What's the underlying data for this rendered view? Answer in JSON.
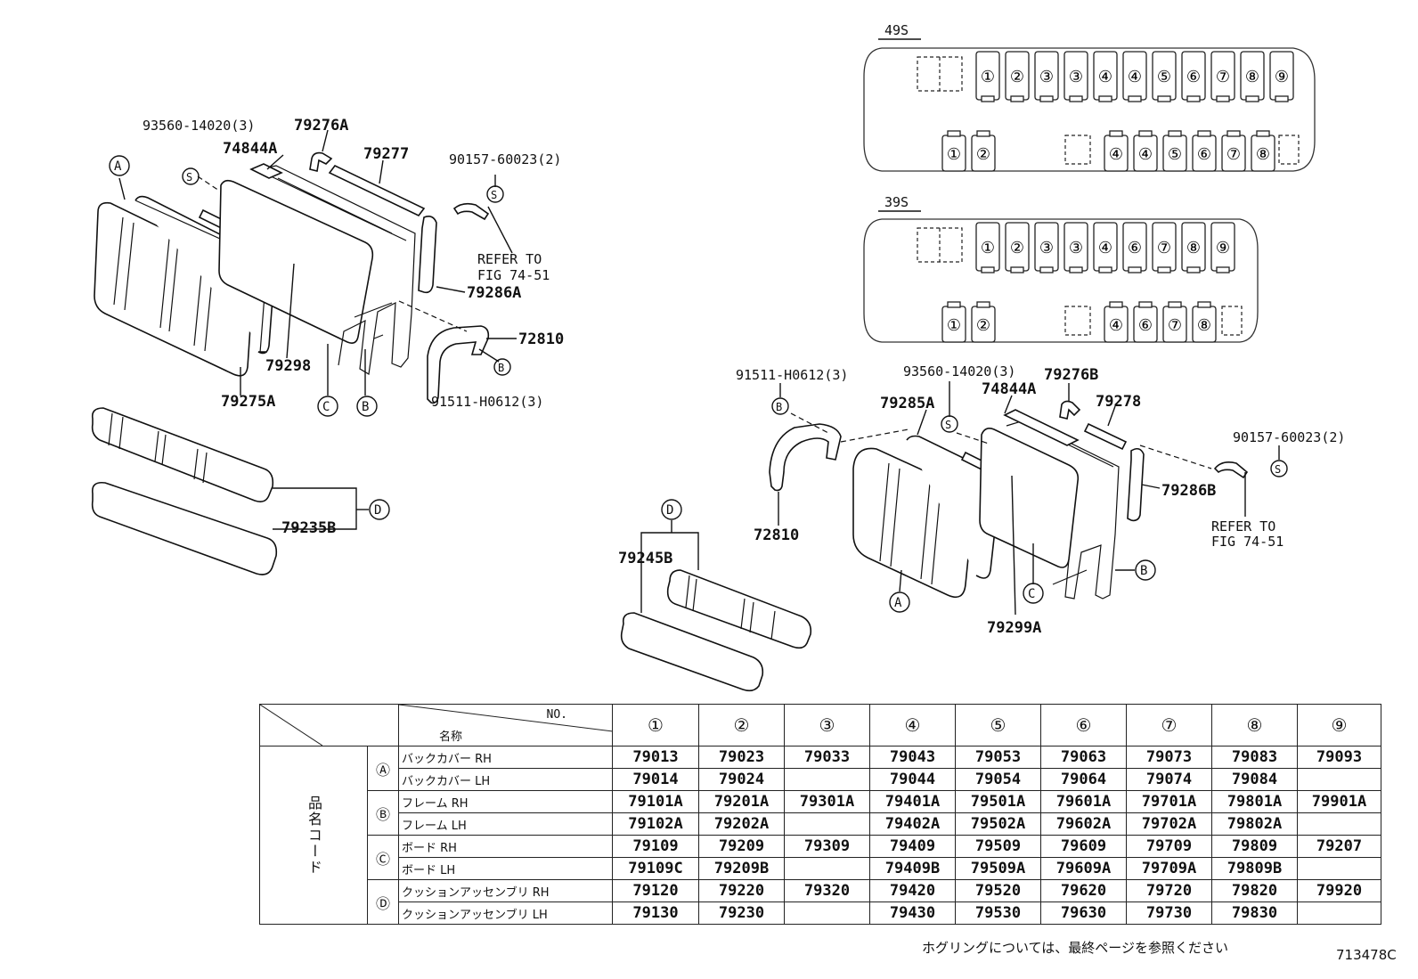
{
  "labels": {
    "bolt_left": "93560-14020(3)",
    "back_cover_left": "79276A",
    "trim_left": "74844A",
    "rail_left": "79277",
    "screw_left": "90157-60023(2)",
    "refer_left_1": "REFER TO",
    "refer_left_2": "FIG 74-51",
    "bracket_left": "79286A",
    "arm_left": "72810",
    "arm_bolt_left": "91511-H0612(3)",
    "board_left": "79298",
    "back_left": "79275A",
    "cushion_left": "79235B",
    "arm_bolt_right": "91511-H0612(3)",
    "bolt_right": "93560-14020(3)",
    "back_cover_right": "79276B",
    "trim_right": "74844A",
    "pad_right": "79285A",
    "rail_right": "79278",
    "screw_right": "90157-60023(2)",
    "bracket_right": "79286B",
    "refer_right_1": "REFER TO",
    "refer_right_2": "FIG 74-51",
    "arm_right": "72810",
    "cushion_right": "79245B",
    "board_right": "79299A",
    "marker_a": "A",
    "marker_b": "B",
    "marker_c": "C",
    "marker_d": "D",
    "marker_s": "S"
  },
  "layout_49s": {
    "title": "49S",
    "row1": [
      "①",
      "②",
      "③",
      "③",
      "④",
      "④",
      "⑤",
      "⑥",
      "⑦",
      "⑧",
      "⑨"
    ],
    "row2_left": [
      "①",
      "②"
    ],
    "row2_right": [
      "④",
      "④",
      "⑤",
      "⑥",
      "⑦",
      "⑧"
    ]
  },
  "layout_39s": {
    "title": "39S",
    "row1": [
      "①",
      "②",
      "③",
      "③",
      "④",
      "⑥",
      "⑦",
      "⑧",
      "⑨"
    ],
    "row2_left": [
      "①",
      "②"
    ],
    "row2_right": [
      "④",
      "⑥",
      "⑦",
      "⑧"
    ]
  },
  "table": {
    "header_no": "NO.",
    "header_name": "名称",
    "side_label": "品名コード",
    "columns": [
      "①",
      "②",
      "③",
      "④",
      "⑤",
      "⑥",
      "⑦",
      "⑧",
      "⑨"
    ],
    "groups": [
      {
        "marker": "Ⓐ",
        "rows": [
          {
            "name": "バックカバー  RH",
            "codes": [
              "79013",
              "79023",
              "79033",
              "79043",
              "79053",
              "79063",
              "79073",
              "79083",
              "79093"
            ]
          },
          {
            "name": "バックカバー  LH",
            "codes": [
              "79014",
              "79024",
              "",
              "79044",
              "79054",
              "79064",
              "79074",
              "79084",
              ""
            ]
          }
        ]
      },
      {
        "marker": "Ⓑ",
        "rows": [
          {
            "name": "フレーム  RH",
            "codes": [
              "79101A",
              "79201A",
              "79301A",
              "79401A",
              "79501A",
              "79601A",
              "79701A",
              "79801A",
              "79901A"
            ]
          },
          {
            "name": "フレーム  LH",
            "codes": [
              "79102A",
              "79202A",
              "",
              "79402A",
              "79502A",
              "79602A",
              "79702A",
              "79802A",
              ""
            ]
          }
        ]
      },
      {
        "marker": "Ⓒ",
        "rows": [
          {
            "name": "ボード  RH",
            "codes": [
              "79109",
              "79209",
              "79309",
              "79409",
              "79509",
              "79609",
              "79709",
              "79809",
              "79207"
            ]
          },
          {
            "name": "ボード  LH",
            "codes": [
              "79109C",
              "79209B",
              "",
              "79409B",
              "79509A",
              "79609A",
              "79709A",
              "79809B",
              ""
            ]
          }
        ]
      },
      {
        "marker": "Ⓓ",
        "rows": [
          {
            "name": "クッションアッセンブリ  RH",
            "codes": [
              "79120",
              "79220",
              "79320",
              "79420",
              "79520",
              "79620",
              "79720",
              "79820",
              "79920"
            ]
          },
          {
            "name": "クッションアッセンブリ  LH",
            "codes": [
              "79130",
              "79230",
              "",
              "79430",
              "79530",
              "79630",
              "79730",
              "79830",
              ""
            ]
          }
        ]
      }
    ]
  },
  "footnote": "ホグリングについては、最終ページを参照ください",
  "figure_id": "713478C"
}
